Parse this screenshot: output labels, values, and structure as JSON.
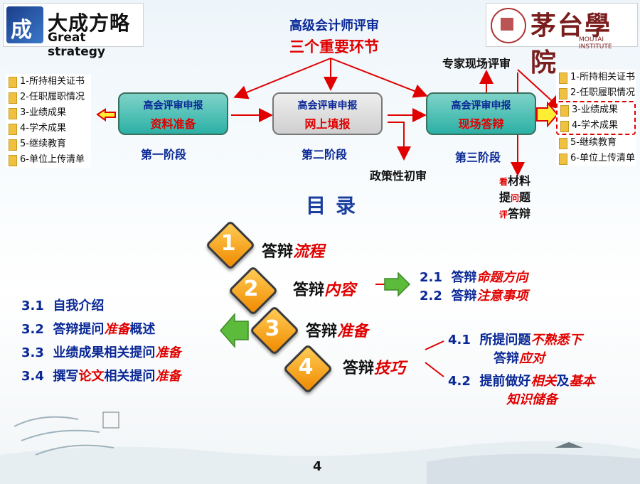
{
  "logos": {
    "left_cn": "大成方略",
    "left_en": "Great strategy",
    "right_cn": "茅台學院",
    "right_en": "MOUTAI INSTITUTE"
  },
  "header": {
    "line1": "高级会计师评审",
    "line2": "三个重要环节"
  },
  "stages": [
    {
      "line1": "高会评审申报",
      "line2": "资料准备",
      "phase": "第一阶段"
    },
    {
      "line1": "高会评审申报",
      "line2": "网上填报",
      "phase": "第二阶段"
    },
    {
      "line1": "高会评审申报",
      "line2": "现场答辩",
      "phase": "第三阶段"
    }
  ],
  "policy_review": "政策性初审",
  "expert_review": "专家现场评审",
  "look": {
    "a1": "看",
    "a2": "材料",
    "b1": "提",
    "b2": "问",
    "b3": "题",
    "c1": "评",
    "c2": "答辩"
  },
  "left_list": [
    "1-所持相关证书",
    "2-任职履职情况",
    "3-业绩成果",
    "4-学术成果",
    "5-继续教育",
    "6-单位上传清单"
  ],
  "right_list": [
    "1-所持相关证书",
    "2-任职履职情况",
    "3-业绩成果",
    "4-学术成果",
    "5-继续教育",
    "6-单位上传清单"
  ],
  "toc": {
    "title": "目录",
    "items": [
      {
        "num": "1",
        "a": "答辩",
        "b": "流程"
      },
      {
        "num": "2",
        "a": "答辩",
        "b": "内容"
      },
      {
        "num": "3",
        "a": "答辩",
        "b": "准备"
      },
      {
        "num": "4",
        "a": "答辩",
        "b": "技巧"
      }
    ]
  },
  "sub2": [
    {
      "n": "2.1",
      "a": "答辩",
      "b": "命题方向"
    },
    {
      "n": "2.2",
      "a": "答辩",
      "b": "注意事项"
    }
  ],
  "sub3": [
    {
      "n": "3.1",
      "a": "自我介绍",
      "b": "",
      "c": ""
    },
    {
      "n": "3.2",
      "a": "答辩提问",
      "b": "准备",
      "c": "概述"
    },
    {
      "n": "3.3",
      "a": "业绩成果相关提问",
      "b": "准备",
      "c": ""
    },
    {
      "n": "3.4",
      "a": "撰写",
      "b": "论文",
      "c": "相关提问",
      "d": "准备"
    }
  ],
  "sub4": {
    "n1": "4.1",
    "a1": "所提问题",
    "b1": "不熟悉下",
    "a1b": "答辩",
    "b1b": "应对",
    "n2": "4.2",
    "a2": "提前做好",
    "b2": "相关",
    "c2": "及",
    "d2": "基本",
    "e2": "知识储备"
  },
  "page": "4"
}
